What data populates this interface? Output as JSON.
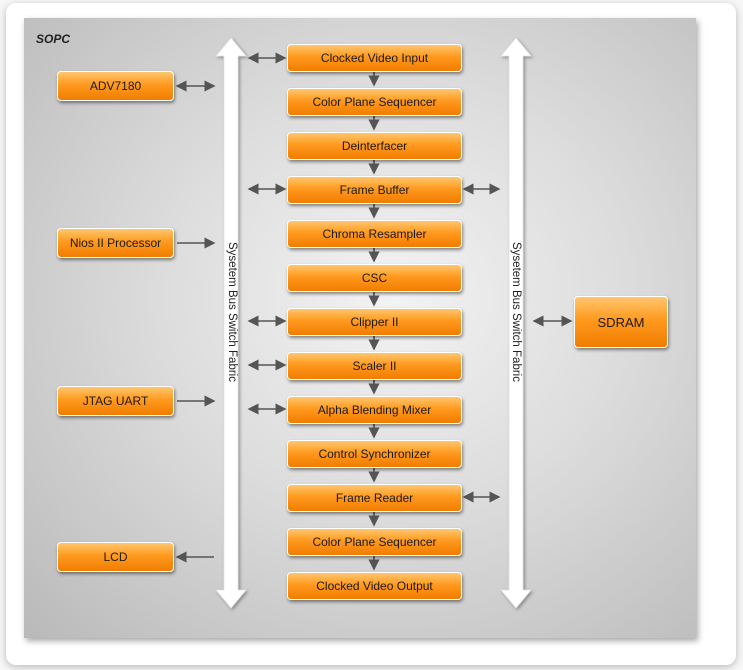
{
  "diagram": {
    "container_label": "SOPC",
    "bus_left_label": "Sysetem Bus Switch Fabric",
    "bus_right_label": "Sysetem Bus Switch Fabric",
    "pipeline": [
      "Clocked Video Input",
      "Color Plane Sequencer",
      "Deinterfacer",
      "Frame Buffer",
      "Chroma Resampler",
      "CSC",
      "Clipper II",
      "Scaler II",
      "Alpha Blending Mixer",
      "Control Synchronizer",
      "Frame Reader",
      "Color Plane Sequencer",
      "Clocked Video Output"
    ],
    "peripherals": [
      "ADV7180",
      "Nios II Processor",
      "JTAG UART",
      "LCD"
    ],
    "memory": "SDRAM"
  },
  "colors": {
    "block_fill": "#ff9a1f",
    "bus_fill": "#ffffff",
    "arrow": "#555555"
  }
}
